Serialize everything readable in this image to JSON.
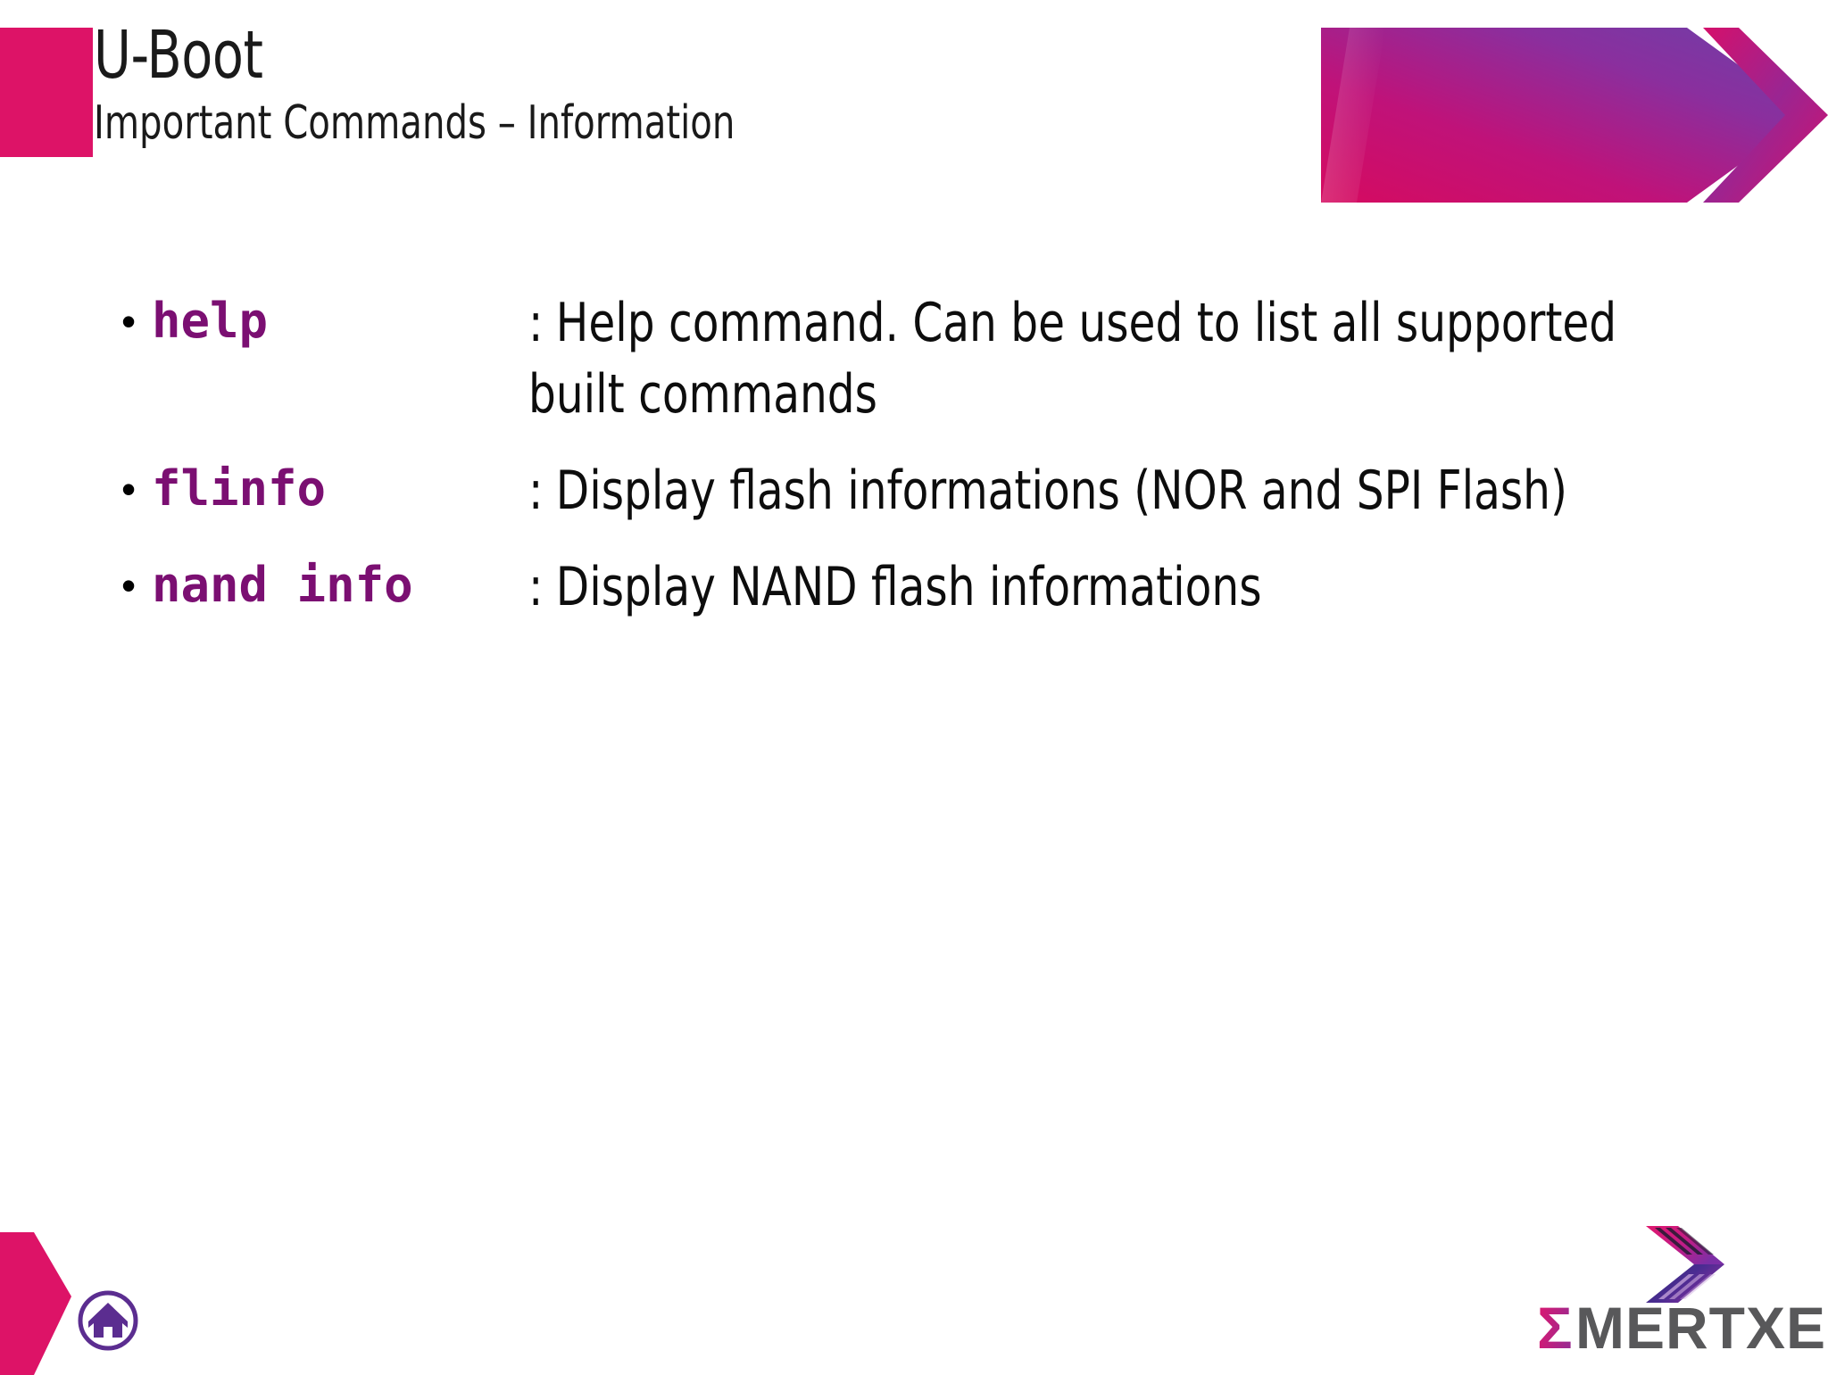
{
  "slide": {
    "title": "U-Boot",
    "subtitle": "Important Commands – Information"
  },
  "content": {
    "bullet_marker": "•",
    "items": [
      {
        "command": "help",
        "separator": ":",
        "description": "Help command. Can be used to list all supported built commands"
      },
      {
        "command": "flinfo",
        "separator": ":",
        "description": "Display flash informations (NOR and SPI Flash)"
      },
      {
        "command": "nand info",
        "separator": ":",
        "description": "Display NAND flash informations"
      }
    ]
  },
  "footer": {
    "home_icon_name": "home-icon",
    "brand_name": "EMERTXE",
    "brand_sigma": "Σ",
    "brand_rest": "MERTXE"
  },
  "colors": {
    "accent_pink": "#DD1367",
    "banner_pink": "#D50B60",
    "banner_purple": "#6E3FA8",
    "command_purple": "#7B0F72",
    "logo_gray": "#58585A",
    "home_purple": "#5B2D90",
    "text_black": "#0d0d0d"
  }
}
